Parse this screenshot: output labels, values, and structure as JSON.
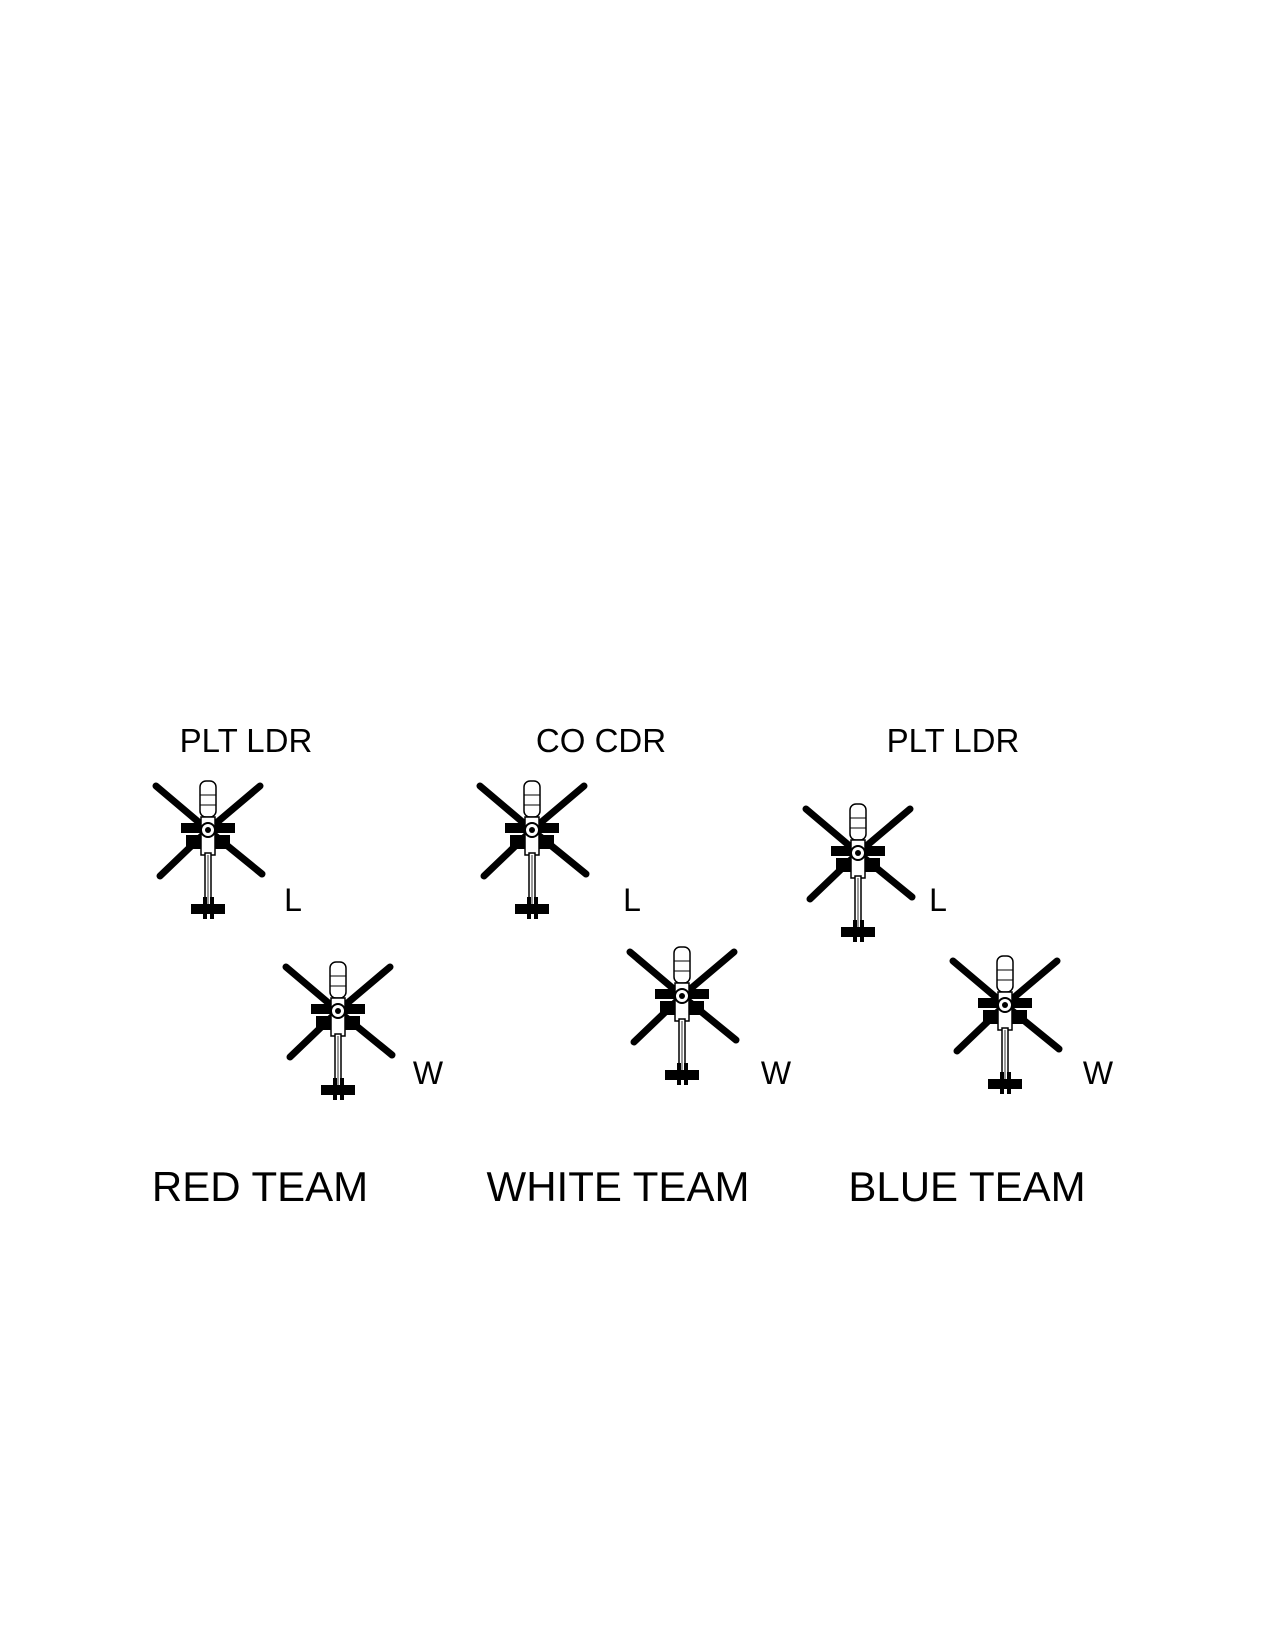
{
  "diagram": {
    "teams": [
      {
        "name": "RED TEAM",
        "role": "PLT LDR",
        "lead_label": "L",
        "wing_label": "W"
      },
      {
        "name": "WHITE TEAM",
        "role": "CO CDR",
        "lead_label": "L",
        "wing_label": "W"
      },
      {
        "name": "BLUE TEAM",
        "role": "PLT LDR",
        "lead_label": "L",
        "wing_label": "W"
      }
    ],
    "icon": "attack-helicopter-top-view-icon",
    "colors": {
      "ink": "#000000",
      "background": "#ffffff"
    }
  }
}
